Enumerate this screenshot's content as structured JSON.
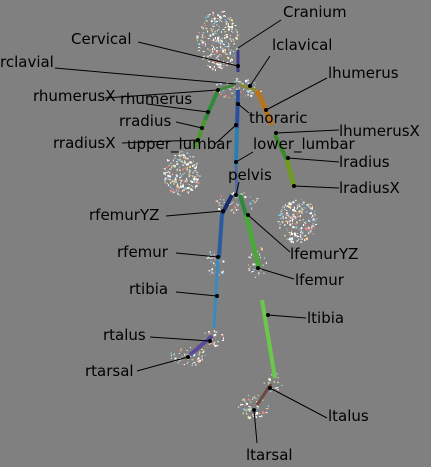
{
  "viewer": {
    "background": "#808080",
    "label_color": "#000000",
    "marker_cloud_color": "#ffffff"
  },
  "joints": [
    {
      "id": "cranium",
      "label": "Cranium"
    },
    {
      "id": "cervical",
      "label": "Cervical"
    },
    {
      "id": "lclavical",
      "label": "lclavical"
    },
    {
      "id": "rclavial",
      "label": "rclavial"
    },
    {
      "id": "lhumerus",
      "label": "lhumerus"
    },
    {
      "id": "rhumerusx",
      "label": "rhumerusX"
    },
    {
      "id": "rhumerus",
      "label": "rhumerus"
    },
    {
      "id": "rradius",
      "label": "rradius"
    },
    {
      "id": "thoraric",
      "label": "thoraric"
    },
    {
      "id": "lhumerusx",
      "label": "lhumerusX"
    },
    {
      "id": "rradiusx",
      "label": "rradiusX"
    },
    {
      "id": "upper-lumbar",
      "label": "upper_lumbar"
    },
    {
      "id": "lower-lumbar",
      "label": "lower_lumbar"
    },
    {
      "id": "lradius",
      "label": "lradius"
    },
    {
      "id": "pelvis",
      "label": "pelvis"
    },
    {
      "id": "lradiusx",
      "label": "lradiusX"
    },
    {
      "id": "rfemuryz",
      "label": "rfemurYZ"
    },
    {
      "id": "lfemuryz",
      "label": "lfemurYZ"
    },
    {
      "id": "rfemur",
      "label": "rfemur"
    },
    {
      "id": "lfemur",
      "label": "lfemur"
    },
    {
      "id": "rtibia",
      "label": "rtibia"
    },
    {
      "id": "ltibia",
      "label": "ltibia"
    },
    {
      "id": "rtalus",
      "label": "rtalus"
    },
    {
      "id": "rtarsal",
      "label": "rtarsal"
    },
    {
      "id": "ltalus",
      "label": "ltalus"
    },
    {
      "id": "ltarsal",
      "label": "ltarsal"
    }
  ],
  "bone_colors": {
    "spine": "#2a4f9e",
    "right_arm": "#2f8a3a",
    "left_arm": "#6f9a22",
    "left_humerus": "#b8741a",
    "right_leg": "#2d6fb0",
    "left_leg": "#5fb83a",
    "feet": "#6a4aa0"
  }
}
